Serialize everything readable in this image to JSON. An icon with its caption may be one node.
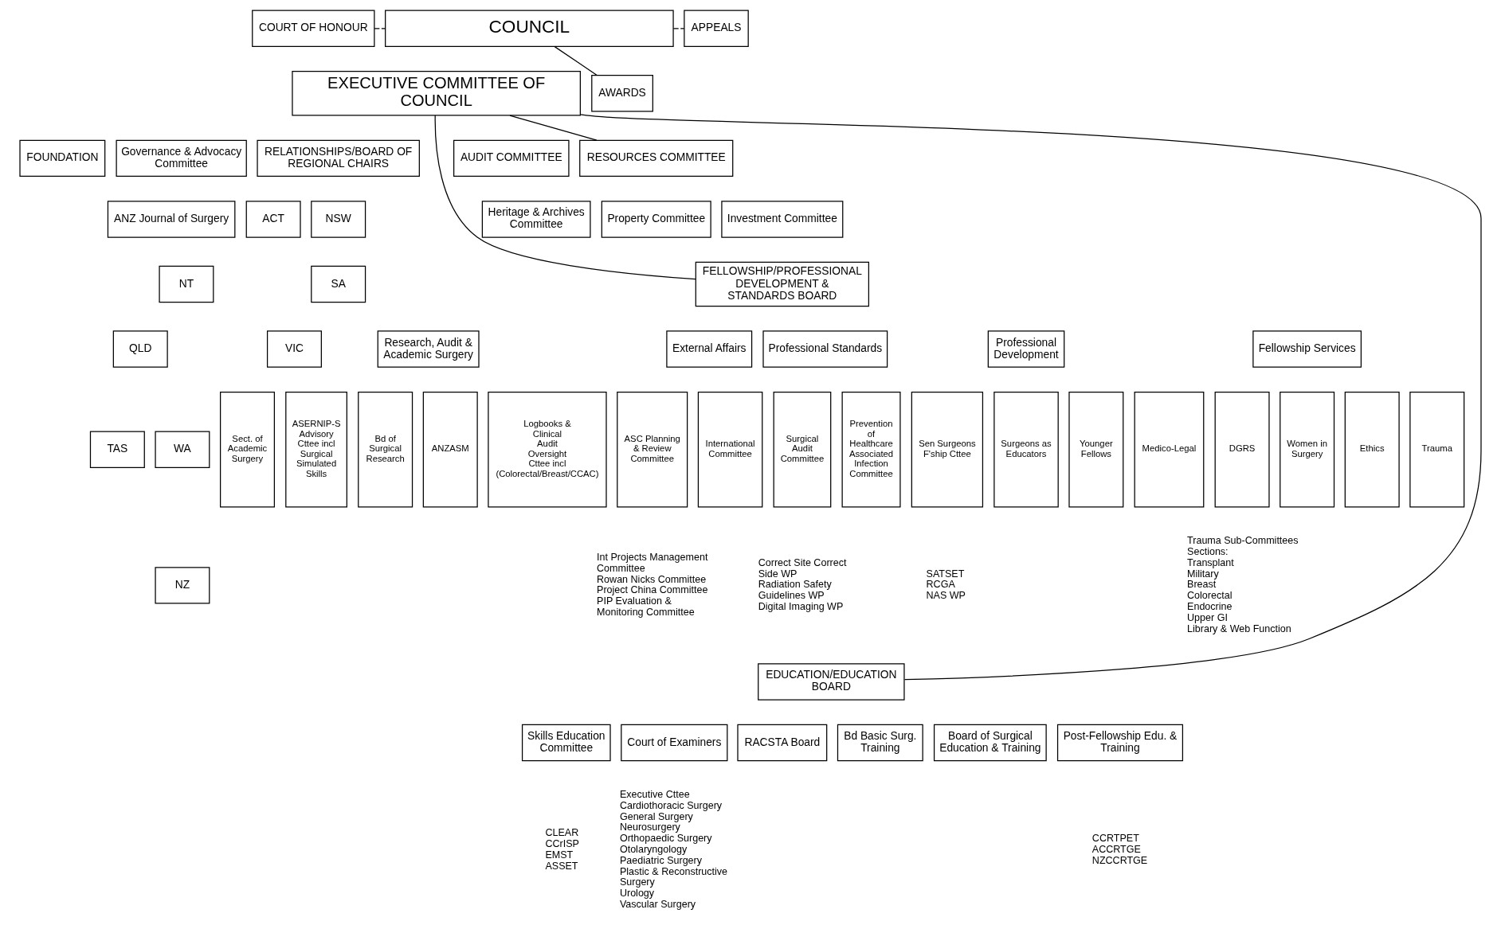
{
  "diagram": {
    "nodes": [
      {
        "text": [
          "COURT OF HONOUR"
        ]
      },
      {
        "text": [
          "COUNCIL"
        ]
      },
      {
        "text": [
          "APPEALS"
        ]
      },
      {
        "text": [
          "EXECUTIVE COMMITTEE OF COUNCIL"
        ]
      },
      {
        "text": [
          "AWARDS"
        ]
      },
      {
        "text": [
          "FOUNDATION"
        ]
      },
      {
        "text": [
          "Governance & Advocacy Committee"
        ]
      },
      {
        "text": [
          "RELATIONSHIPS/BOARD OF REGIONAL CHAIRS"
        ]
      },
      {
        "text": [
          "RESOURCES COMMITTEE"
        ]
      },
      {
        "text": [
          "AUDIT COMMITTEE"
        ]
      },
      {
        "text": [
          "ANZ Journal of Surgery"
        ]
      },
      {
        "text": [
          "ACT"
        ]
      },
      {
        "text": [
          "NSW"
        ]
      },
      {
        "text": [
          "NT"
        ]
      },
      {
        "text": [
          "SA"
        ]
      },
      {
        "text": [
          "QLD"
        ]
      },
      {
        "text": [
          "VIC"
        ]
      },
      {
        "text": [
          "TAS"
        ]
      },
      {
        "text": [
          "WA"
        ]
      },
      {
        "text": [
          "NZ"
        ]
      },
      {
        "text": [
          "Investment Committee"
        ]
      },
      {
        "text": [
          "Property Committee"
        ]
      },
      {
        "text": [
          "Heritage & Archives Committee"
        ]
      },
      {
        "text": [
          "EDUCATION/EDUCATION BOARD"
        ]
      },
      {
        "text": [
          "FELLOWSHIP/PROFESSIONAL DEVELOPMENT & STANDARDS BOARD"
        ]
      },
      {
        "text": [
          "Skills Education Committee"
        ],
        "beside": [
          "CLEAR",
          "CCrISP",
          "EMST",
          "ASSET"
        ]
      },
      {
        "text": [
          "Court of Examiners"
        ],
        "beside": [
          "Executive Cttee",
          "Cardiothoracic Surgery",
          "General Surgery",
          "Neurosurgery",
          "Orthopaedic Surgery",
          "Otolaryngology",
          "Paediatric Surgery",
          "Plastic & Reconstructive Surgery",
          "Urology",
          "Vascular Surgery"
        ]
      },
      {
        "text": [
          "RACSTA Board"
        ]
      },
      {
        "text": [
          "Bd Basic Surg. Training"
        ]
      },
      {
        "text": [
          "Board of Surgical Education & Training"
        ]
      },
      {
        "text": [
          "Post-Fellowship Edu. & Training"
        ],
        "beside": [
          "CCRTPET",
          "ACCRTGE",
          "NZCCRTGE"
        ]
      },
      {
        "text": [
          "Professional Standards"
        ],
        "beside": [
          "Correct Site Correct Side WP",
          "Radiation Safety Guidelines WP",
          "Digital Imaging WP"
        ]
      },
      {
        "text": [
          "Professional Development"
        ],
        "beside": [
          "SATSET",
          "RCGA",
          "NAS WP"
        ]
      },
      {
        "text": [
          "Fellowship Services"
        ],
        "beside": [
          "Trauma Sub-Committees",
          "Sections:",
          "Transplant",
          "Military",
          "Breast",
          "Colorectal",
          "Endocrine",
          "Upper GI",
          "Library & Web Function"
        ]
      },
      {
        "text": [
          "Research, Audit & Academic Surgery"
        ]
      },
      {
        "text": [
          "External Affairs"
        ],
        "beside": [
          "Int Projects Management Committee",
          "Rowan Nicks Committee",
          "Project China Committee",
          "PIP Evaluation & Monitoring Committee"
        ]
      },
      {
        "text": [
          "Prevention of Healthcare Associated Infection Committee"
        ]
      },
      {
        "text": [
          "Surgical Audit Committee"
        ]
      },
      {
        "text": [
          "Surgeons as Educators"
        ]
      },
      {
        "text": [
          "Sen Surgeons F'ship Cttee"
        ]
      },
      {
        "text": [
          "Younger Fellows"
        ]
      },
      {
        "text": [
          "Medico-Legal"
        ]
      },
      {
        "text": [
          "Women in Surgery"
        ]
      },
      {
        "text": [
          "Ethics"
        ]
      },
      {
        "text": [
          "DGRS"
        ]
      },
      {
        "text": [
          "Trauma"
        ]
      },
      {
        "text": [
          "Sect. of Academic Surgery"
        ]
      },
      {
        "text": [
          "ASERNIP-S Advisory Cttee incl Surgical Simulated Skills"
        ]
      },
      {
        "text": [
          "Bd of Surgical Research"
        ]
      },
      {
        "text": [
          "ANZASM"
        ]
      },
      {
        "text": [
          "Logbooks & Clinical Audit Oversight Cttee incl (Colorectal/Breast/CCAC)"
        ]
      },
      {
        "text": [
          "ASC Planning & Review Committee"
        ]
      },
      {
        "text": [
          "International Committee"
        ]
      }
    ],
    "edges": [
      {
        "from": 0,
        "to": 1,
        "arrow": "none",
        "style": "dashed"
      },
      {
        "from": 1,
        "to": 2,
        "arrow": "none",
        "style": "dashed"
      },
      {
        "from": 1,
        "to": 4,
        "arrow": "none"
      },
      {
        "from": 3,
        "to": 8,
        "arrow": "none"
      },
      {
        "from": 3,
        "to": 23,
        "arrow": "none"
      },
      {
        "from": 3,
        "to": 24,
        "arrow": "none"
      }
    ]
  }
}
